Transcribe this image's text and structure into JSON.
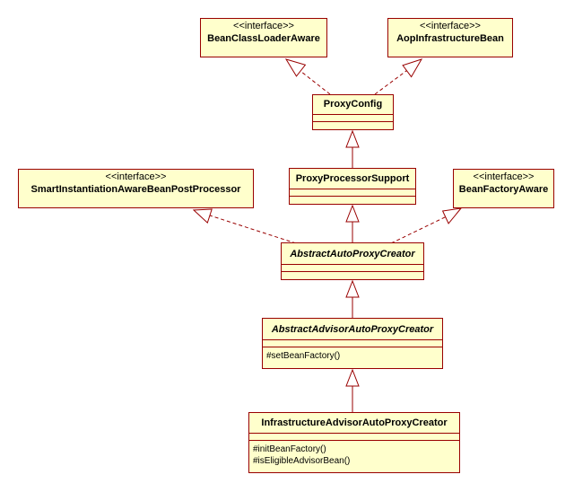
{
  "stereotype": "<<interface>>",
  "classes": {
    "bean_class_loader_aware": {
      "name": "BeanClassLoaderAware"
    },
    "aop_infrastructure_bean": {
      "name": "AopInfrastructureBean"
    },
    "proxy_config": {
      "name": "ProxyConfig"
    },
    "smart_instantiation": {
      "name": "SmartInstantiationAwareBeanPostProcessor"
    },
    "proxy_processor_support": {
      "name": "ProxyProcessorSupport"
    },
    "bean_factory_aware": {
      "name": "BeanFactoryAware"
    },
    "abstract_auto_proxy_creator": {
      "name": "AbstractAutoProxyCreator"
    },
    "abstract_advisor_auto_proxy_creator": {
      "name": "AbstractAdvisorAutoProxyCreator",
      "operations": [
        "#setBeanFactory()"
      ]
    },
    "infrastructure_advisor_auto_proxy_creator": {
      "name": "InfrastructureAdvisorAutoProxyCreator",
      "operations": [
        "#initBeanFactory()",
        "#isEligibleAdvisorBean()"
      ]
    }
  },
  "colors": {
    "class_fill": "#ffffcc",
    "border": "#990000",
    "edge": "#990000",
    "background": "#ffffff"
  }
}
